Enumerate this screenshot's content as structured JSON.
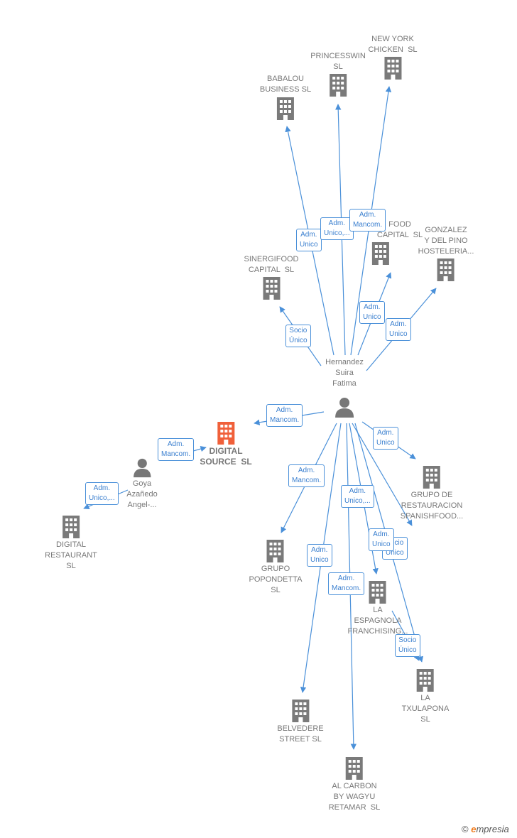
{
  "colors": {
    "edge": "#4a90d9",
    "building": "#7a7a7a",
    "main_building": "#f0603a",
    "person": "#777777"
  },
  "nodes": [
    {
      "id": "new-york-chicken",
      "label": "NEW YORK\nCHICKEN  SL",
      "type": "company"
    },
    {
      "id": "princesswin",
      "label": "PRINCESSWIN\nSL",
      "type": "company"
    },
    {
      "id": "babalou",
      "label": "BABALOU\nBUSINESS SL",
      "type": "company"
    },
    {
      "id": "food-capital",
      "label": "FOOD\nCAPITAL  SL",
      "type": "company"
    },
    {
      "id": "gonzalez",
      "label": "GONZALEZ\nY DEL PINO\nHOSTELERIA...",
      "type": "company"
    },
    {
      "id": "sinergifood",
      "label": "SINERGIFOOD\nCAPITAL  SL",
      "type": "company"
    },
    {
      "id": "hernandez",
      "label": "Hernandez\nSuira\nFatima",
      "type": "person"
    },
    {
      "id": "digital-source",
      "label": "DIGITAL\nSOURCE  SL",
      "type": "main"
    },
    {
      "id": "goya",
      "label": "Goya\nAzañedo\nAngel-...",
      "type": "person"
    },
    {
      "id": "digital-restaurant",
      "label": "DIGITAL\nRESTAURANT\nSL",
      "type": "company"
    },
    {
      "id": "grupo-restauracion",
      "label": "GRUPO DE\nRESTAURACION\nSPANISHFOOD...",
      "type": "company"
    },
    {
      "id": "grupo-popondetta",
      "label": "GRUPO\nPOPONDETTA\nSL",
      "type": "company"
    },
    {
      "id": "la-espagnola",
      "label": "LA\nESPAGNOLA\nFRANCHISING...",
      "type": "company"
    },
    {
      "id": "la-txulapona",
      "label": "LA\nTXULAPONA\nSL",
      "type": "company"
    },
    {
      "id": "belvedere",
      "label": "BELVEDERE\nSTREET SL",
      "type": "company"
    },
    {
      "id": "al-carbon",
      "label": "AL CARBON\nBY WAGYU\nRETAMAR  SL",
      "type": "company"
    }
  ],
  "edge_labels": [
    {
      "text": "Adm.\nUnico"
    },
    {
      "text": "Adm.\nUnico,..."
    },
    {
      "text": "Adm.\nMancom."
    },
    {
      "text": "Adm.\nUnico"
    },
    {
      "text": "Adm.\nUnico"
    },
    {
      "text": "Socio\nÚnico"
    },
    {
      "text": "Adm.\nMancom."
    },
    {
      "text": "Adm.\nMancom."
    },
    {
      "text": "Adm.\nUnico,..."
    },
    {
      "text": "Adm.\nUnico"
    },
    {
      "text": "Adm.\nMancom."
    },
    {
      "text": "Adm.\nUnico,..."
    },
    {
      "text": "Socio\nÚnico"
    },
    {
      "text": "Adm.\nUnico"
    },
    {
      "text": "Adm.\nUnico"
    },
    {
      "text": "Adm.\nMancom."
    },
    {
      "text": "Socio\nÚnico"
    }
  ],
  "brand": {
    "symbol": "©",
    "e": "e",
    "rest": "mpresia"
  }
}
